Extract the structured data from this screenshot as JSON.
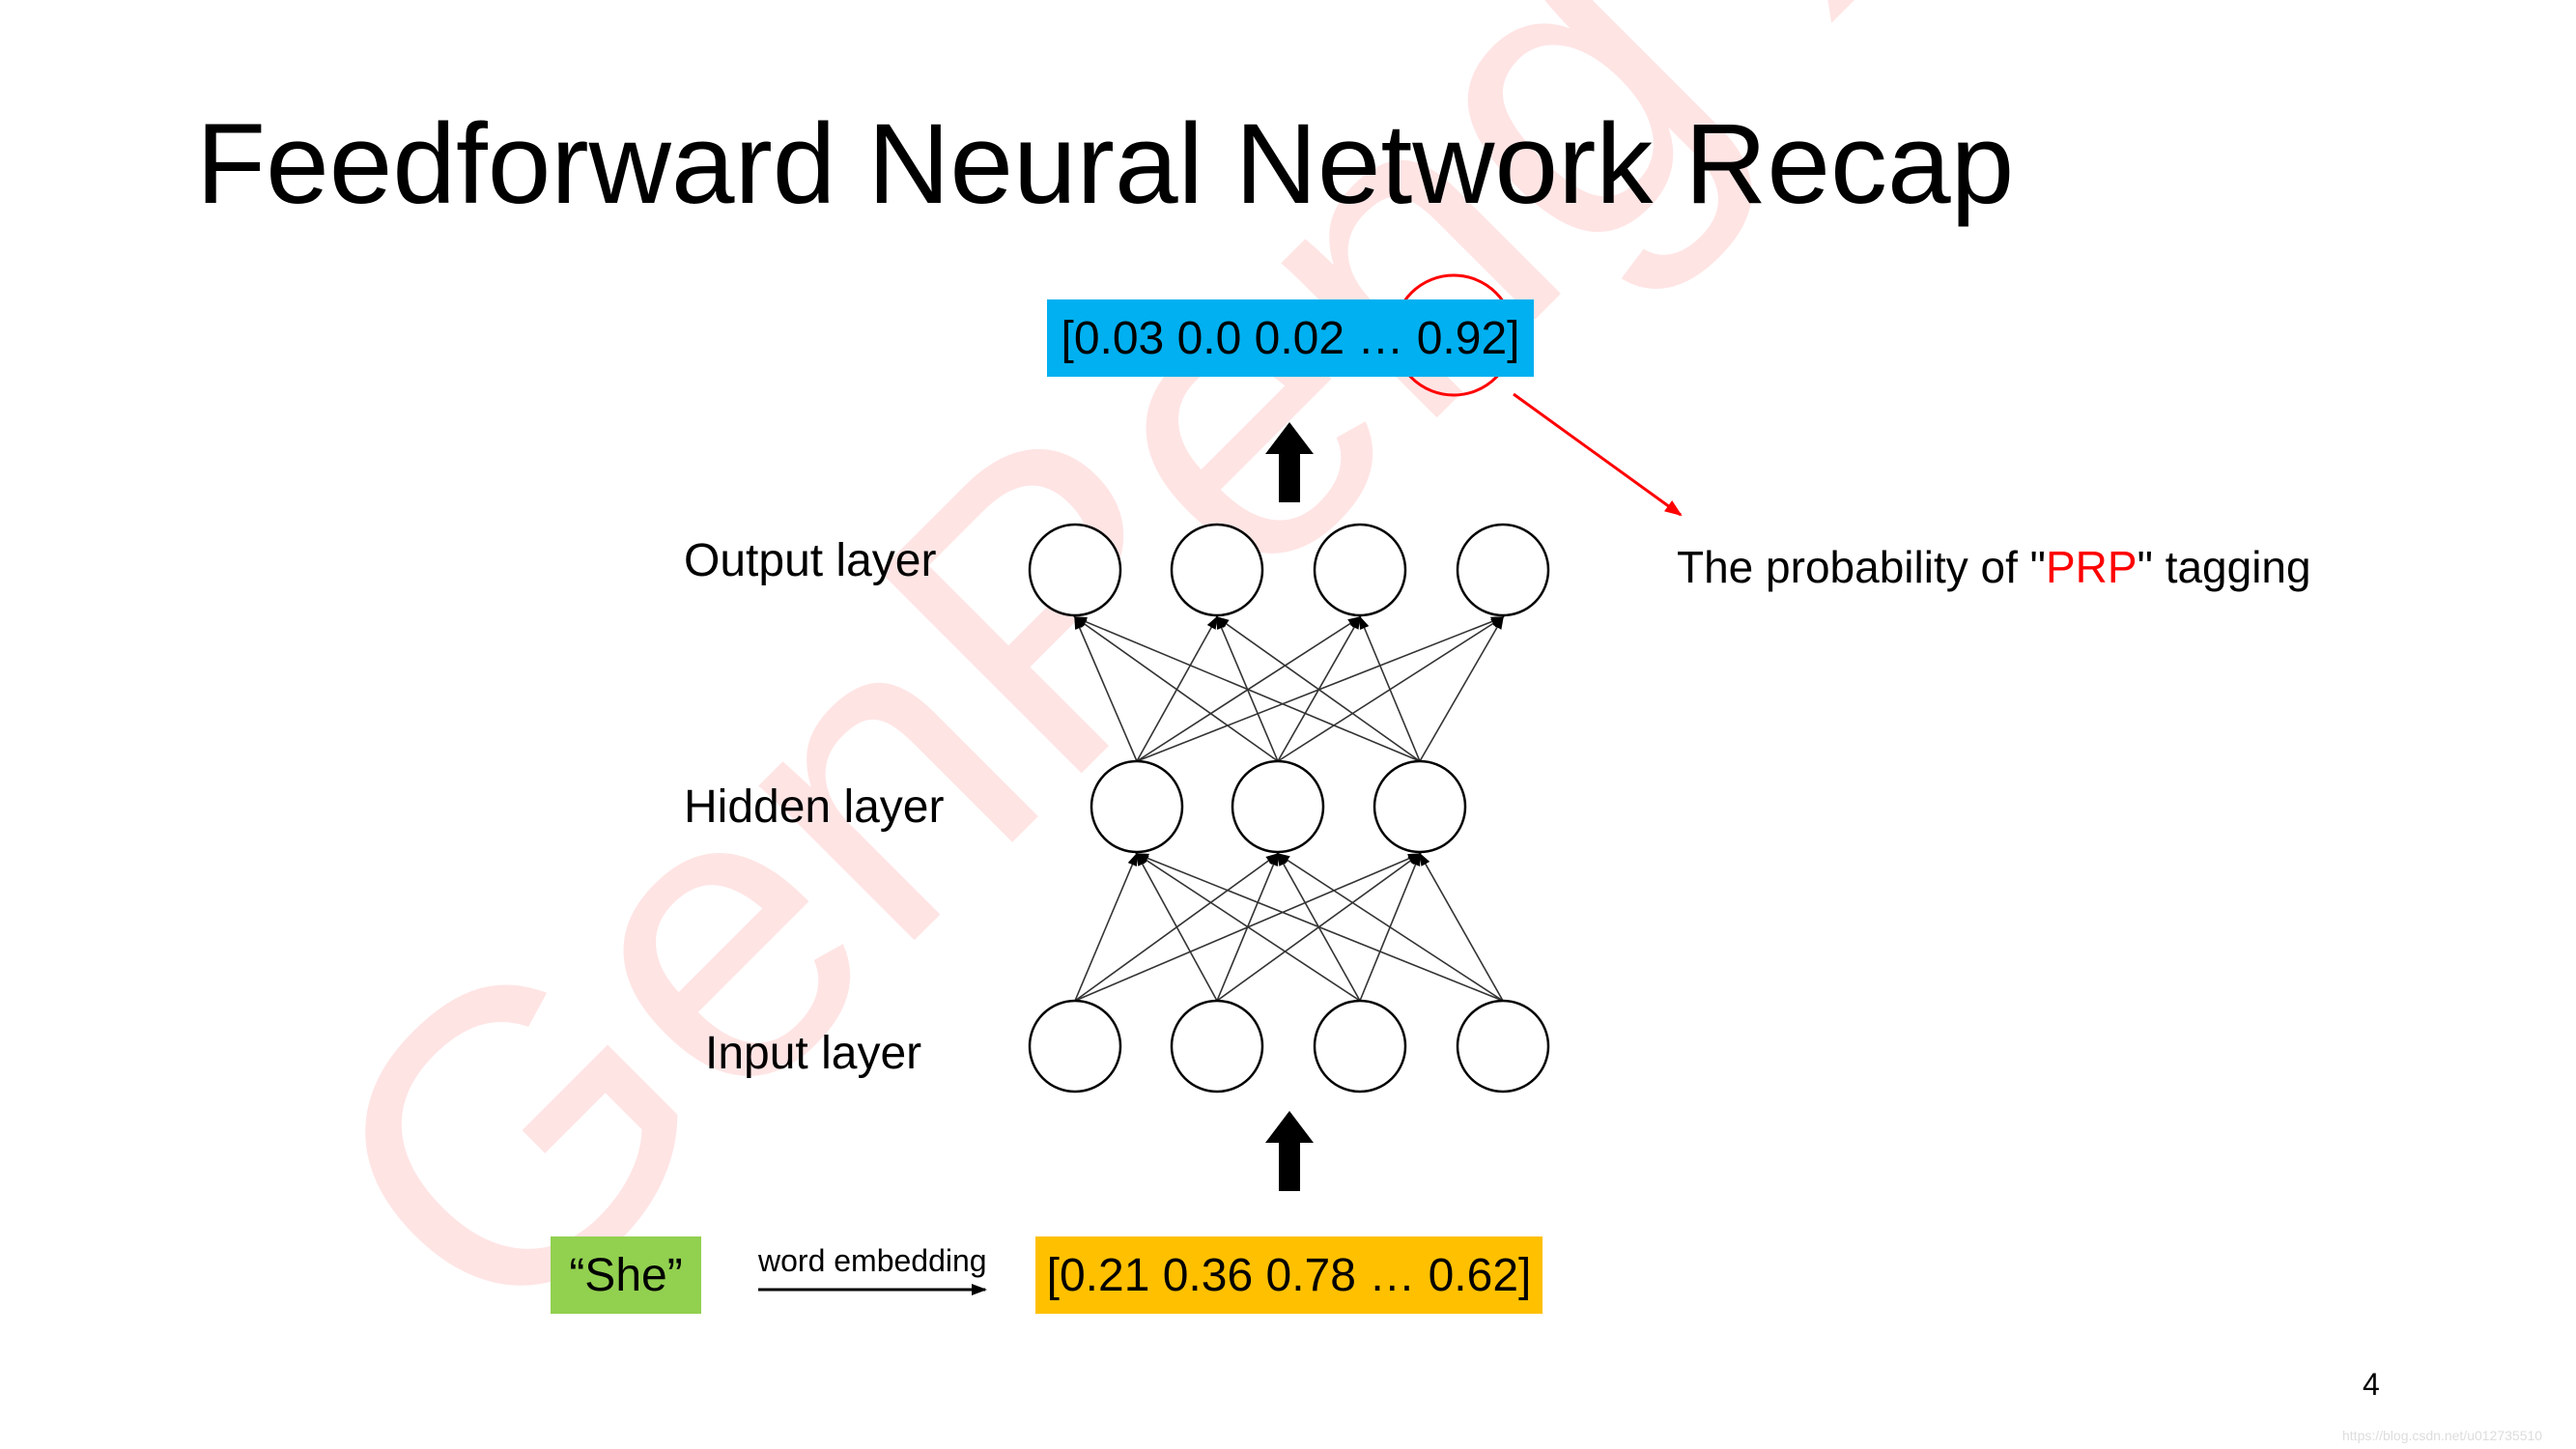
{
  "slide": {
    "title": "Feedforward Neural Network Recap",
    "page_number": "4",
    "watermark": "GenPeng Xu",
    "footer_url": "https://blog.csdn.net/u012735510"
  },
  "layers": {
    "output": {
      "label": "Output layer",
      "nodes": 4
    },
    "hidden": {
      "label": "Hidden layer",
      "nodes": 3
    },
    "input": {
      "label": "Input layer",
      "nodes": 4
    }
  },
  "output_vector": {
    "text": "[0.03 0.0 0.02 … 0.92]",
    "color": "#00b0f0"
  },
  "input_vector": {
    "text": "[0.21 0.36 0.78 … 0.62]",
    "color": "#ffc000"
  },
  "word": {
    "text": "“She”",
    "color": "#92d050"
  },
  "embedding_label": "word embedding",
  "annotation": {
    "prefix": "The probability of \"",
    "highlight": "PRP",
    "suffix": "\" tagging",
    "highlight_color": "#ff0000"
  },
  "colors": {
    "accent_red": "#ff0000",
    "watermark": "#ffdede"
  }
}
